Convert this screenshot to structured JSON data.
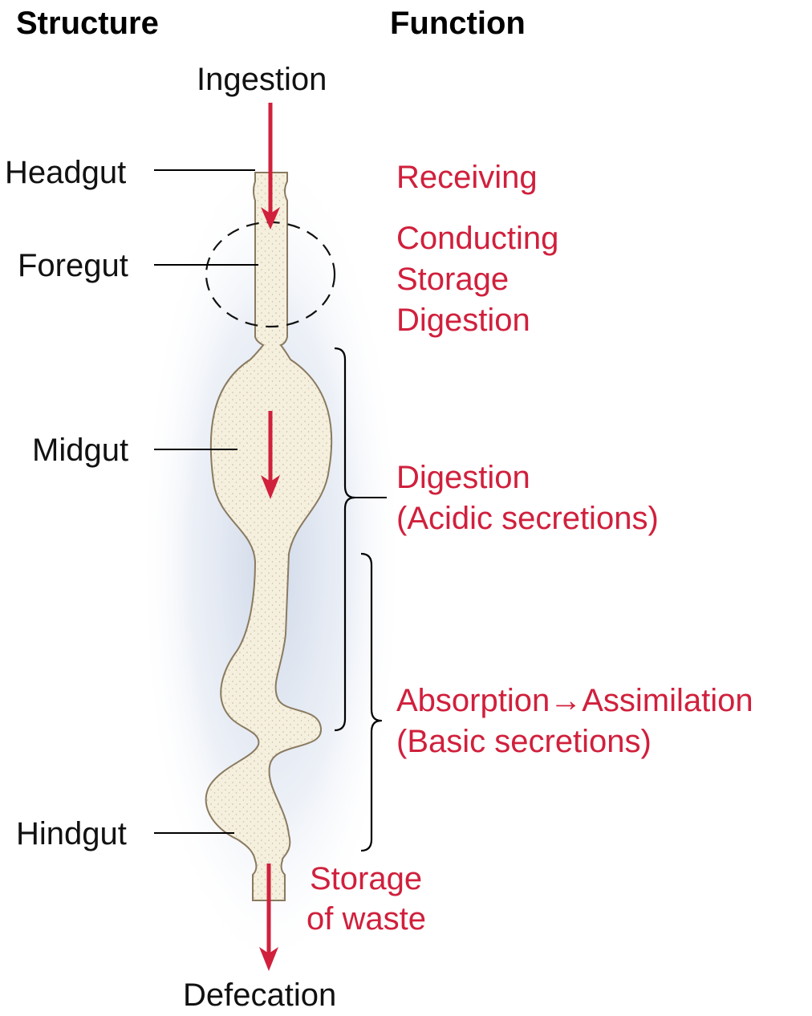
{
  "headers": {
    "structure": "Structure",
    "function": "Function"
  },
  "flow": {
    "top": "Ingestion",
    "bottom": "Defecation"
  },
  "structures": {
    "headgut": "Headgut",
    "foregut": "Foregut",
    "midgut": "Midgut",
    "hindgut": "Hindgut"
  },
  "functions": {
    "receiving": "Receiving",
    "conducting": "Conducting",
    "storage": "Storage",
    "digestion_foregut": "Digestion",
    "digestion": "Digestion",
    "acidic": "(Acidic secretions)",
    "absorption": "Absorption→Assimilation",
    "basic": "(Basic secretions)",
    "storage_waste_1": "Storage",
    "storage_waste_2": "of waste"
  },
  "colors": {
    "function_text": "#d0203c",
    "gut_fill": "#f5efdd",
    "gut_outline": "#8a7a60",
    "halo": "#c9d4e6"
  }
}
